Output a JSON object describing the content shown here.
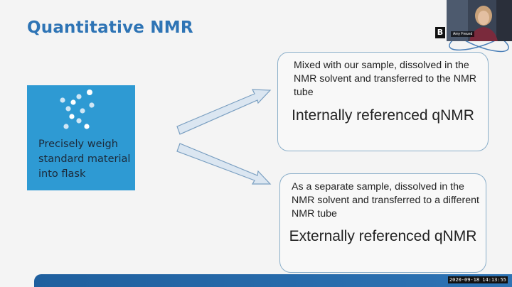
{
  "slide": {
    "title": "Quantitative NMR",
    "blue_box_text": "Precisely weigh standard material into flask"
  },
  "callouts": [
    {
      "description": "Mixed with our sample, dissolved in the NMR solvent and transferred to the NMR tube",
      "heading": "Internally referenced qNMR"
    },
    {
      "description": "As a separate sample, dissolved in the NMR solvent and transferred to a different NMR tube",
      "heading": "Externally referenced qNMR"
    }
  ],
  "webcam": {
    "name": "Amy Freund"
  },
  "logo": {
    "letter": "B"
  },
  "footer": {
    "timestamp": "2020-09-18 14:13:55"
  },
  "colors": {
    "title": "#2e74b5",
    "box": "#2e9ad3",
    "callout_border": "#8aaec9",
    "bar": "#1f5f9e"
  }
}
